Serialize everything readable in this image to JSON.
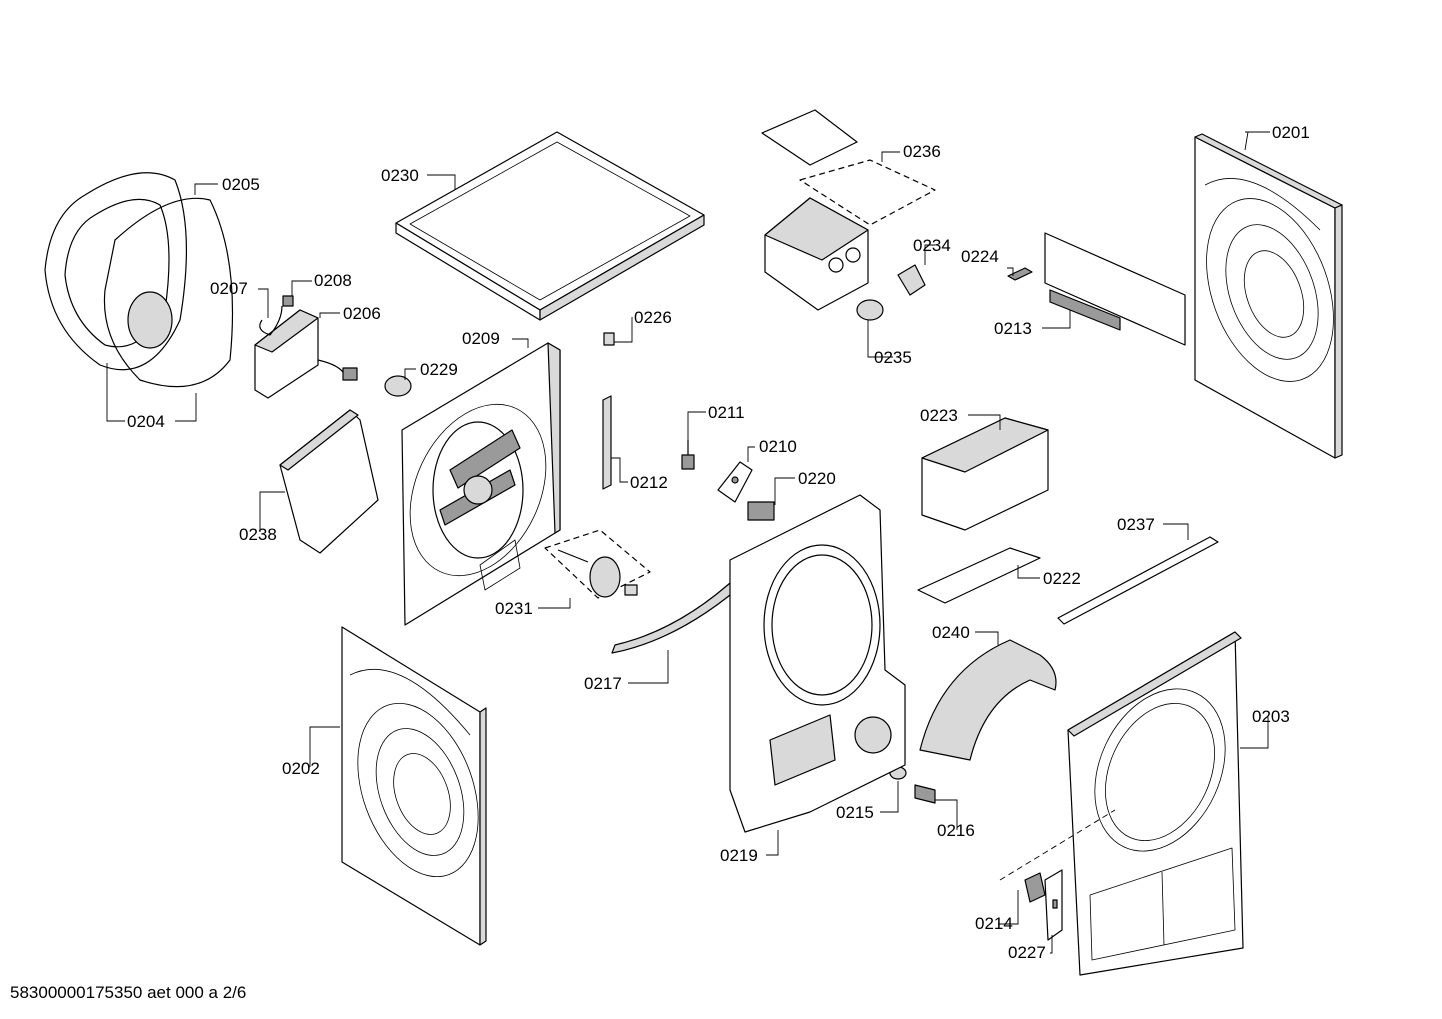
{
  "labels": {
    "p0201": "0201",
    "p0202": "0202",
    "p0203": "0203",
    "p0204": "0204",
    "p0205": "0205",
    "p0206": "0206",
    "p0207": "0207",
    "p0208": "0208",
    "p0209": "0209",
    "p0210": "0210",
    "p0211": "0211",
    "p0212": "0212",
    "p0213": "0213",
    "p0214": "0214",
    "p0215": "0215",
    "p0216": "0216",
    "p0217": "0217",
    "p0219": "0219",
    "p0220": "0220",
    "p0222": "0222",
    "p0223": "0223",
    "p0224": "0224",
    "p0226": "0226",
    "p0227": "0227",
    "p0229": "0229",
    "p0230": "0230",
    "p0231": "0231",
    "p0234": "0234",
    "p0235": "0235",
    "p0236": "0236",
    "p0237": "0237",
    "p0238": "0238",
    "p0240": "0240"
  },
  "footer": {
    "code": "58300000175350 aet 000 a 2/6"
  }
}
